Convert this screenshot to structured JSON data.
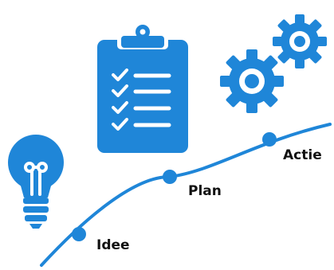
{
  "colors": {
    "accent": "#1f86d8",
    "label": "#111111",
    "background": "#ffffff"
  },
  "stages": [
    {
      "label": "Idee",
      "icon": "lightbulb-icon"
    },
    {
      "label": "Plan",
      "icon": "clipboard-checklist-icon"
    },
    {
      "label": "Actie",
      "icon": "gears-icon"
    }
  ]
}
